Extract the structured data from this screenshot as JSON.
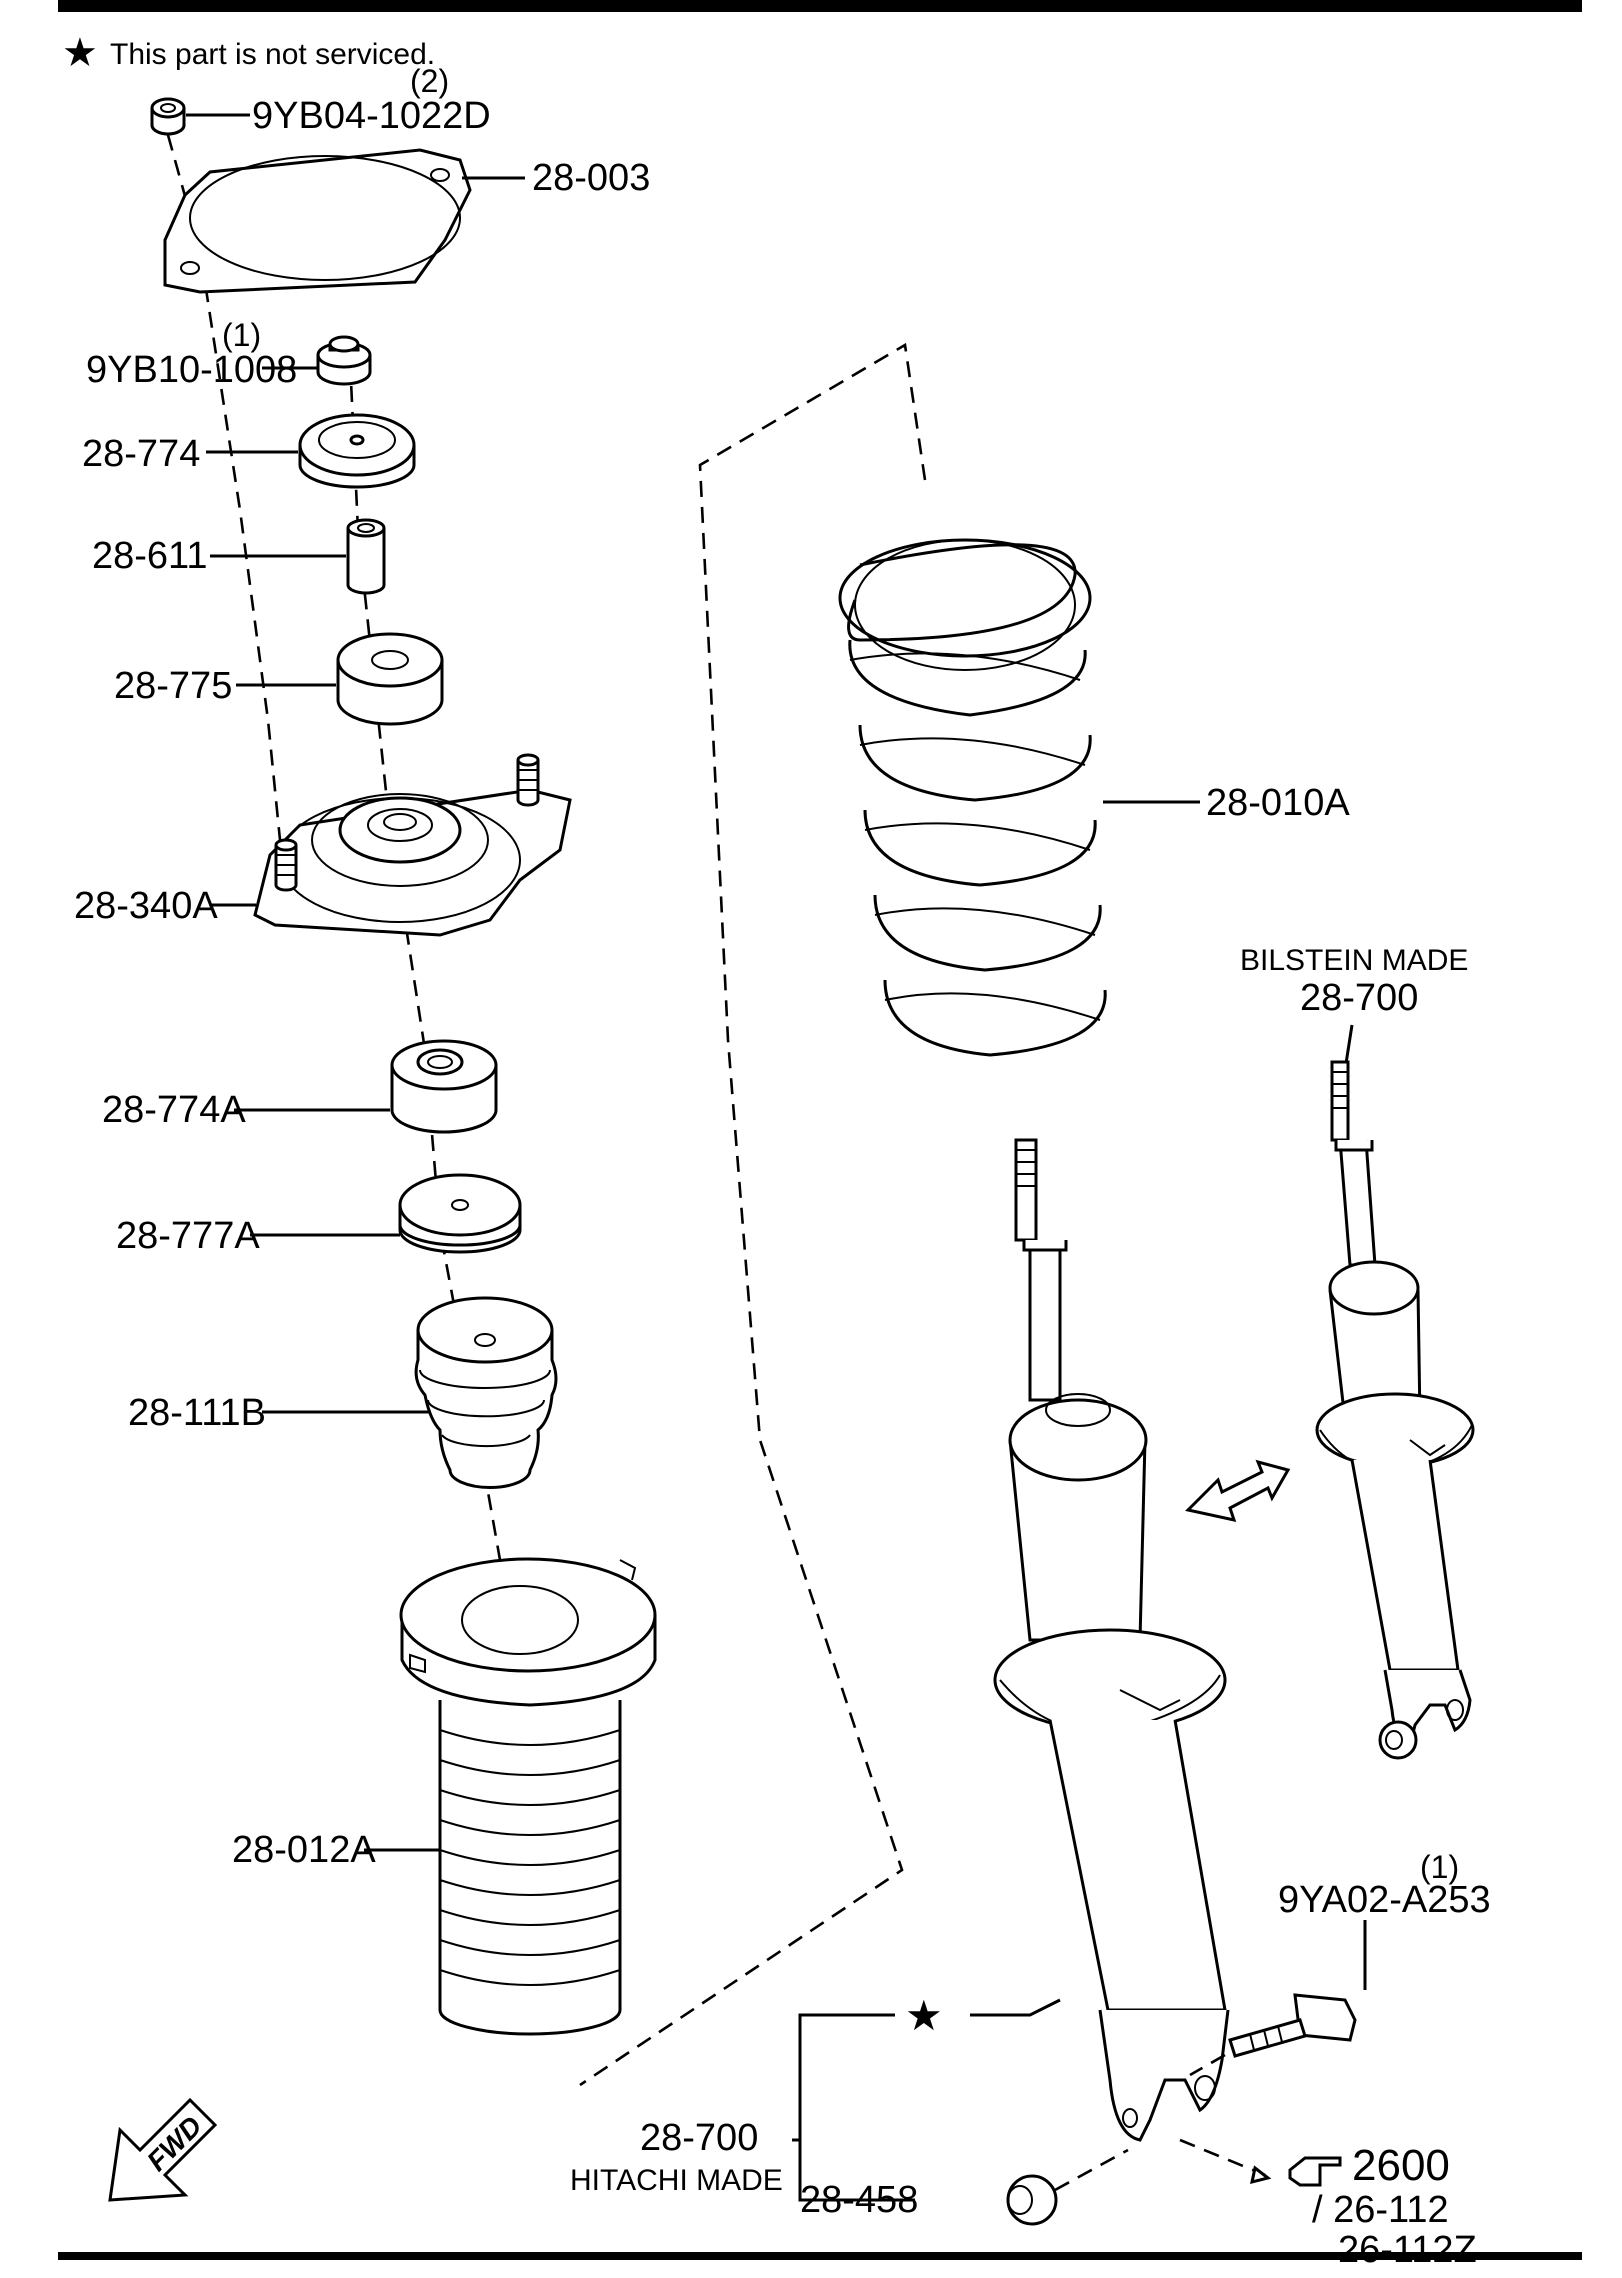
{
  "note": {
    "star": "★",
    "text": "This part is not serviced."
  },
  "labels": {
    "p_9YB04_1022D": "9YB04-1022D",
    "q_9YB04_1022D": "(2)",
    "p_28_003": "28-003",
    "p_9YB10_1008": "9YB10-1008",
    "q_9YB10_1008": "(1)",
    "p_28_774": "28-774",
    "p_28_611": "28-611",
    "p_28_775": "28-775",
    "p_28_340A": "28-340A",
    "p_28_774A": "28-774A",
    "p_28_777A": "28-777A",
    "p_28_111B": "28-111B",
    "p_28_012A": "28-012A",
    "p_28_010A": "28-010A",
    "bilstein_made": "BILSTEIN MADE",
    "p_28_700_bilstein": "28-700",
    "p_9YA02_A253": "9YA02-A253",
    "q_9YA02_A253": "(1)",
    "p_28_700_hitachi": "28-700",
    "hitachi_made": "HITACHI MADE",
    "p_28_458": "28-458",
    "ref_star": "★",
    "ref_2600": "2600",
    "ref_26_112": "/ 26-112",
    "ref_26_112Z": "26-112Z",
    "fwd": "FWD"
  }
}
